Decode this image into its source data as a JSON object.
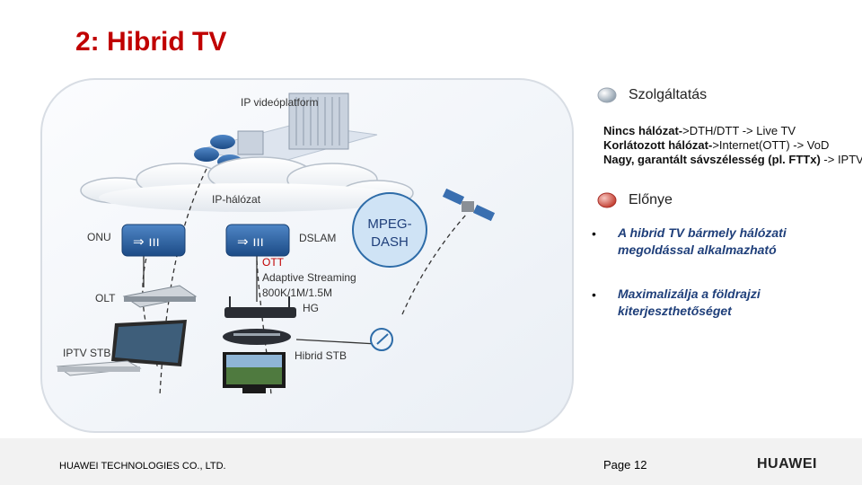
{
  "title": "2: Hibrid TV",
  "diagram": {
    "ip_platform_label": "IP videóplatform",
    "ip_network_label": "IP-hálózat",
    "onu_label": "ONU",
    "olt_label": "OLT",
    "dslam_label": "DSLAM",
    "ott_label": "OTT",
    "adaptive_label": "Adaptive Streaming",
    "bitrate_label": "800K/1M/1.5M",
    "hg_label": "HG",
    "mpeg_line1": "MPEG-",
    "mpeg_line2": "DASH",
    "iptv_stb_label": "IPTV STB",
    "hybrid_stb_label": "Hibrid STB"
  },
  "services": {
    "heading": "Szolgáltatás",
    "line1_bold": "Nincs hálózat-",
    "line1_rest": ">DTH/DTT -> Live TV",
    "line2_bold": "Korlátozott hálózat-",
    "line2_rest": ">Internet(OTT) -> VoD",
    "line3_bold": "Nagy, garantált sávszélesség (pl. FTTx)",
    "line3_rest": " -> IPTV"
  },
  "advantages": {
    "heading": "Előnye",
    "bullet_mark": "•",
    "item1": "A hibrid TV bármely hálózati megoldással alkalmazható",
    "item2": "Maximalizálja a földrajzi kiterjeszthetőséget"
  },
  "footer": {
    "company": "HUAWEI TECHNOLOGIES CO., LTD.",
    "page": "Page 12",
    "brand": "HUAWEI"
  },
  "colors": {
    "title": "#c00000",
    "accent_blue": "#1f3f7a",
    "service_dot": "#8c9cab",
    "advantage_dot": "#c0392b"
  },
  "icons": [
    "router-icon",
    "satellite-icon",
    "satellite-dish-icon",
    "set-top-box-icon",
    "tv-icon",
    "cloud-icon",
    "server-rack-icon",
    "huawei-logo-icon"
  ]
}
